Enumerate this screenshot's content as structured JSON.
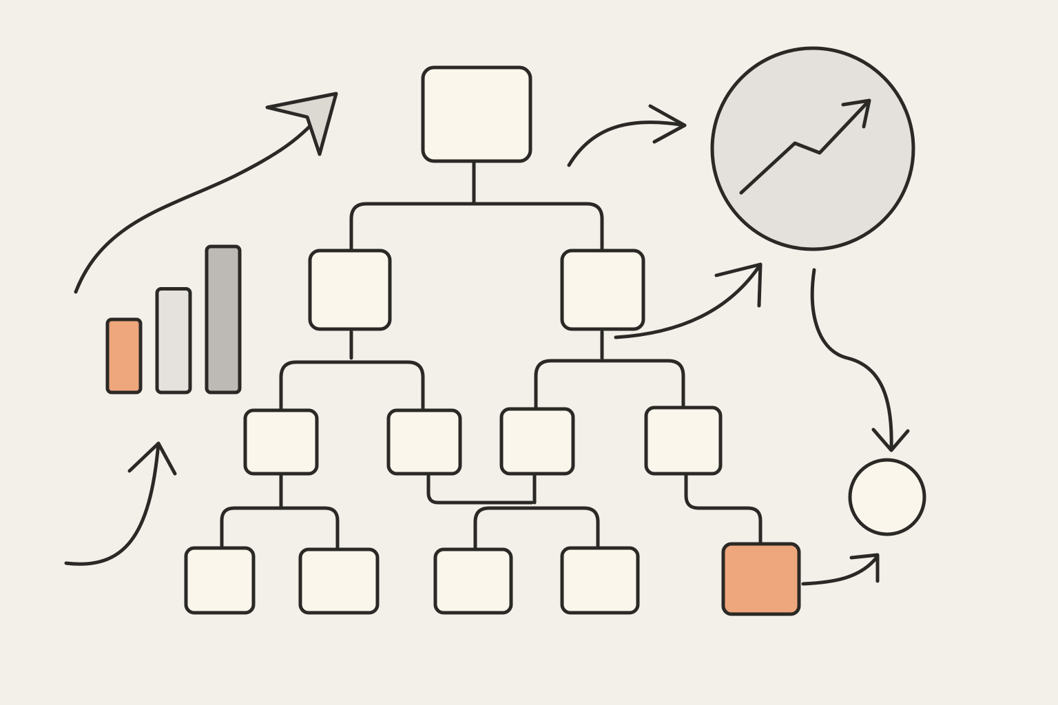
{
  "palette": {
    "background": "#f3efe9",
    "ink": "#2b2926",
    "node_fill": "#faf6ec",
    "highlight_fill": "#eea77c",
    "circle_fill": "#e4e1dc",
    "bar_light": "#e5e2dd",
    "bar_dark": "#bdbab5"
  },
  "diagram": {
    "type": "hand-drawn tree diagram with flow arrows",
    "root_node": {
      "style": "plain"
    },
    "level_two": {
      "count": 2,
      "style": "plain"
    },
    "level_three": {
      "count": 4,
      "style": "plain"
    },
    "level_four": {
      "count": 5,
      "highlighted_index": 4
    },
    "trend_circle": {
      "icon": "trending-up-icon"
    },
    "end_node": {
      "shape": "circle"
    }
  },
  "bar_chart_icon": {
    "icon": "bar-chart-icon",
    "bar_levels": [
      0.5,
      0.71,
      1.0
    ],
    "bar_colors": [
      "#eea77c",
      "#e5e2dd",
      "#bdbab5"
    ]
  }
}
